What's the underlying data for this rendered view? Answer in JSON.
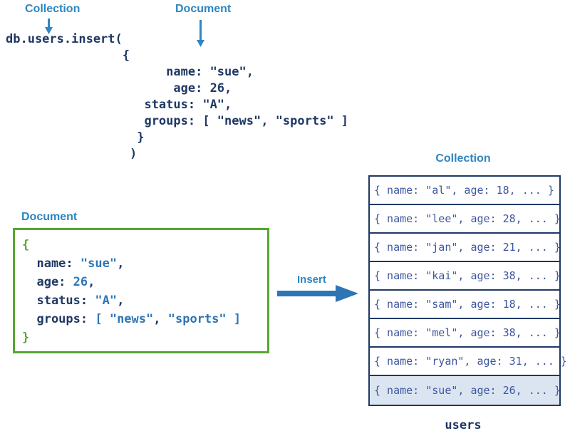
{
  "labels": {
    "collection_top": "Collection",
    "document_top": "Document",
    "document_box": "Document",
    "insert": "Insert",
    "collection_table": "Collection",
    "users_caption": "users"
  },
  "colors": {
    "navy": "#1f3864",
    "label_blue": "#2e86c1",
    "value_blue": "#2e75b6",
    "green": "#57a62e",
    "row_text": "#3e56a0",
    "highlight_bg": "#dbe5f1"
  },
  "insert_code": "db.users.insert(\n                {\n                      name: \"sue\",\n                       age: 26,\n                   status: \"A\",\n                   groups: [ \"news\", \"sports\" ]\n                  }\n                 )",
  "document_box": {
    "lines": [
      [
        [
          "green",
          "{"
        ]
      ],
      [
        [
          "navy",
          "  name: "
        ],
        [
          "blue",
          "\"sue\""
        ],
        [
          "navy",
          ","
        ]
      ],
      [
        [
          "navy",
          "  age: "
        ],
        [
          "blue",
          "26"
        ],
        [
          "navy",
          ","
        ]
      ],
      [
        [
          "navy",
          "  status: "
        ],
        [
          "blue",
          "\"A\""
        ],
        [
          "navy",
          ","
        ]
      ],
      [
        [
          "navy",
          "  groups: "
        ],
        [
          "blue",
          "[ \"news\""
        ],
        [
          "navy",
          ","
        ],
        [
          "blue",
          " \"sports\" ]"
        ]
      ],
      [
        [
          "green",
          "}"
        ]
      ]
    ]
  },
  "collection_table": {
    "rows": [
      "{ name: \"al\", age: 18, ... }",
      "{ name: \"lee\", age: 28, ... }",
      "{ name: \"jan\", age: 21, ... }",
      "{ name: \"kai\", age: 38, ... }",
      "{ name: \"sam\", age: 18, ... }",
      "{ name: \"mel\", age: 38, ... }",
      "{ name: \"ryan\", age: 31, ... }",
      "{ name: \"sue\", age: 26, ... }"
    ],
    "highlighted_row_index": 7
  }
}
